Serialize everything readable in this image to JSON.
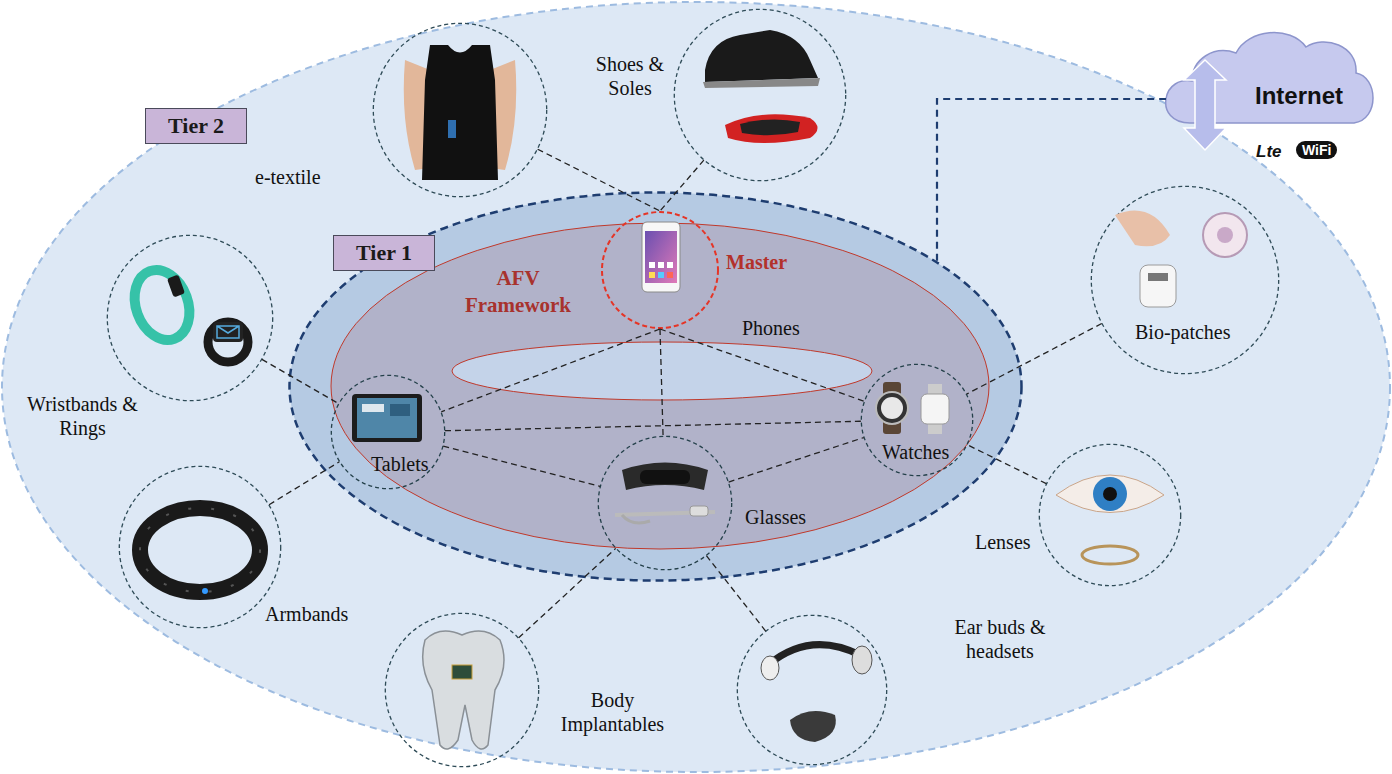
{
  "diagram": {
    "nodes": [
      {
        "text": [
          "Tier 2"
        ]
      },
      {
        "text": [
          "Tier 1"
        ],
        "in": 0
      },
      {
        "text": [
          "AFV Framework"
        ],
        "in": 1
      },
      {
        "text": [
          "Master",
          "Phones"
        ],
        "in": 2
      },
      {
        "text": [
          "Tablets"
        ],
        "in": 2
      },
      {
        "text": [
          "Glasses"
        ],
        "in": 2
      },
      {
        "text": [
          "Watches"
        ],
        "in": 2
      },
      {
        "text": [
          "e-textile"
        ],
        "in": 0
      },
      {
        "text": [
          "Shoes & Soles"
        ],
        "in": 0
      },
      {
        "text": [
          "Wristbands & Rings"
        ],
        "in": 0
      },
      {
        "text": [
          "Armbands"
        ],
        "in": 0
      },
      {
        "text": [
          "Body Implantables"
        ],
        "in": 0
      },
      {
        "text": [
          "Ear buds & headsets"
        ],
        "in": 0
      },
      {
        "text": [
          "Lenses"
        ],
        "in": 0
      },
      {
        "text": [
          "Bio-patches"
        ],
        "in": 0
      },
      {
        "text": [
          "Internet"
        ]
      }
    ],
    "edges": [
      {
        "from": 3,
        "to": 4,
        "arrow": "none"
      },
      {
        "from": 3,
        "to": 5,
        "arrow": "none"
      },
      {
        "from": 3,
        "to": 6,
        "arrow": "none"
      },
      {
        "from": 4,
        "to": 6,
        "arrow": "none"
      },
      {
        "from": 4,
        "to": 5,
        "arrow": "none"
      },
      {
        "from": 5,
        "to": 6,
        "arrow": "none"
      },
      {
        "from": 7,
        "to": 3,
        "arrow": "none"
      },
      {
        "from": 8,
        "to": 3,
        "arrow": "none"
      },
      {
        "from": 9,
        "to": 4,
        "arrow": "none"
      },
      {
        "from": 10,
        "to": 4,
        "arrow": "none"
      },
      {
        "from": 11,
        "to": 5,
        "arrow": "none"
      },
      {
        "from": 12,
        "to": 5,
        "arrow": "none"
      },
      {
        "from": 13,
        "to": 6,
        "arrow": "none"
      },
      {
        "from": 14,
        "to": 6,
        "arrow": "none"
      },
      {
        "from": 1,
        "to": 15,
        "arrow": "none"
      }
    ],
    "labels": [
      "Lte",
      "WiFi"
    ]
  }
}
